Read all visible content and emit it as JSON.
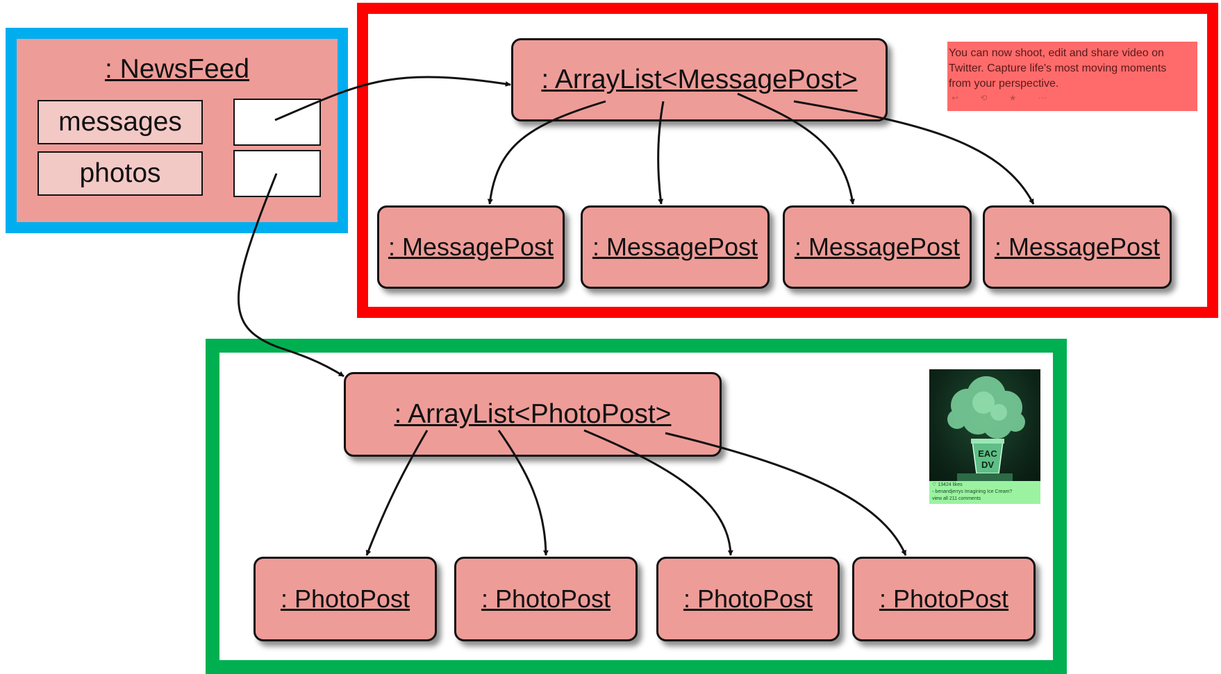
{
  "newsfeed": {
    "title": ": NewsFeed",
    "fields": [
      "messages",
      "photos"
    ]
  },
  "message_list": {
    "title": ": ArrayList<MessagePost>",
    "items": [
      ": MessagePost",
      ": MessagePost",
      ": MessagePost",
      ": MessagePost"
    ]
  },
  "photo_list": {
    "title": ": ArrayList<PhotoPost>",
    "items": [
      ": PhotoPost",
      ": PhotoPost",
      ": PhotoPost",
      ": PhotoPost"
    ]
  },
  "tweet": {
    "lines": [
      "You can now shoot, edit and share video on",
      "Twitter. Capture life's most moving moments",
      "from your perspective."
    ],
    "actions": "↩ ⟲ ★ ⋯"
  },
  "photo": {
    "caption_lines": [
      "♡ 13424 likes",
      "◦ benandjerrys Imagining Ice Cream?",
      "view all 211 comments"
    ]
  },
  "colors": {
    "object_fill": "#ee9c98",
    "field_label_fill": "#f3c9c6",
    "messages_frame": "#ff0000",
    "newsfeed_frame": "#00aeef",
    "photos_frame": "#00b050",
    "tweet_fill": "#ff6b6b",
    "photo_caption_fill": "#9bf3a1"
  }
}
